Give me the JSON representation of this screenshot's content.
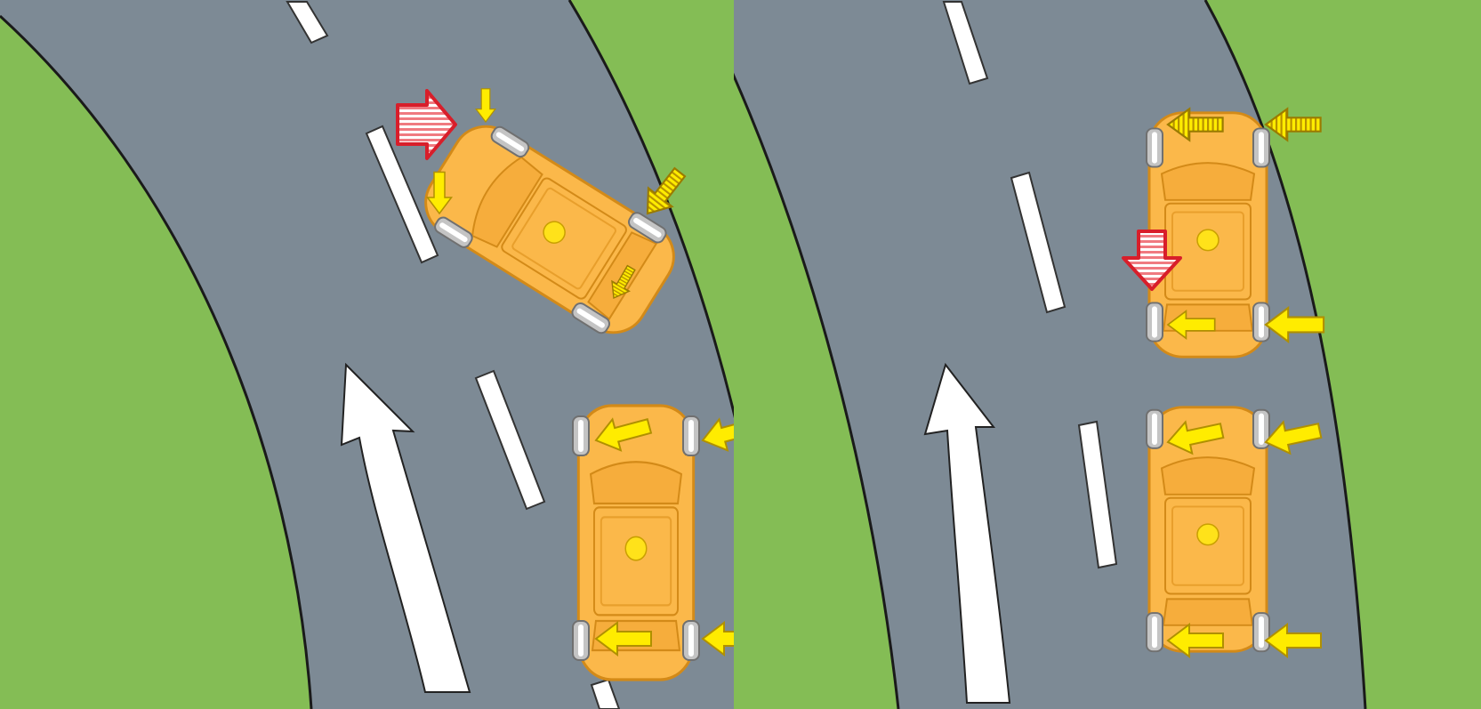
{
  "colors": {
    "grass": "#84bd55",
    "road": "#7d8a95",
    "edge_line": "#1a1a1a",
    "lane_marking": "#ffffff",
    "car_body": "#fbb84a",
    "car_outline": "#d38a18",
    "car_detail": "#e89f2c",
    "center_of_gravity": "#ffe21a",
    "tire": "#bfbfbf",
    "grip_arrow": "#ffec00",
    "grip_arrow_outline": "#b09000",
    "lost_grip_arrow": "#d7a800",
    "force_arrow": "#d81e2a",
    "travel_arrow": "#ffffff"
  },
  "icons": {
    "force_arrow": "red-striped-arrow-icon",
    "grip_arrow": "yellow-arrow-icon",
    "lost_grip_arrow": "striped-yellow-arrow-icon",
    "travel_arrow": "white-direction-arrow-icon",
    "car": "car-top-view-icon"
  },
  "panels": [
    {
      "id": "left",
      "cars": [
        {
          "id": "car-1",
          "state": "rotated"
        },
        {
          "id": "car-2",
          "state": "upright"
        }
      ]
    },
    {
      "id": "right",
      "cars": [
        {
          "id": "car-3",
          "state": "upright"
        },
        {
          "id": "car-4",
          "state": "upright"
        }
      ]
    }
  ]
}
